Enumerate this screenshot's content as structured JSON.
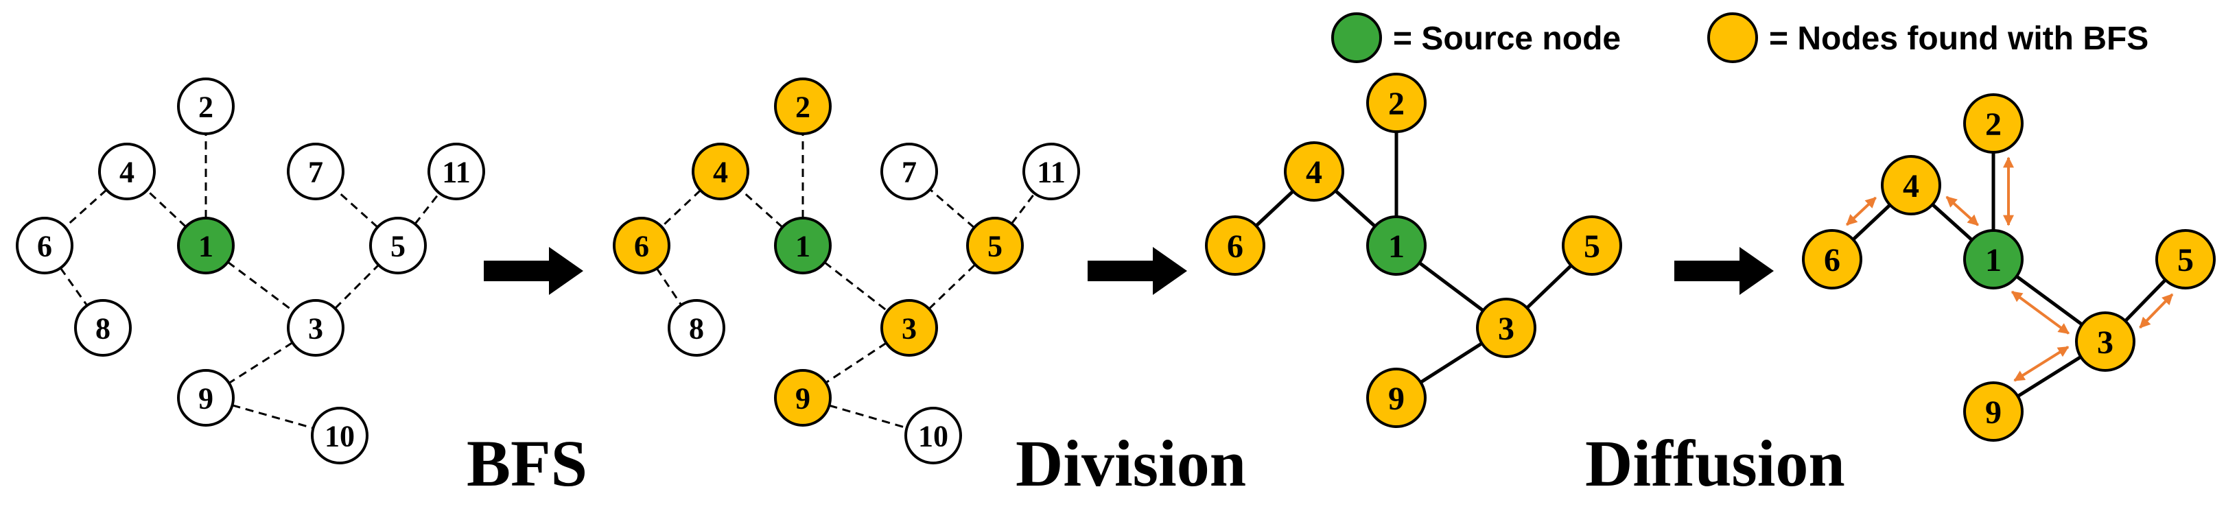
{
  "colors": {
    "source": "#3aa63a",
    "found": "#ffc000",
    "unvisited": "#ffffff",
    "stroke": "#000000",
    "diffusion_arrow": "#ed7d31"
  },
  "legend": {
    "source_label": "= Source node",
    "found_label": "= Nodes found with BFS"
  },
  "steps": {
    "bfs": "BFS",
    "division": "Division",
    "diffusion": "Diffusion"
  },
  "panels": [
    {
      "id": "initial",
      "nodes": [
        {
          "label": "2",
          "state": "unvisited"
        },
        {
          "label": "4",
          "state": "unvisited"
        },
        {
          "label": "7",
          "state": "unvisited"
        },
        {
          "label": "11",
          "state": "unvisited"
        },
        {
          "label": "6",
          "state": "unvisited"
        },
        {
          "label": "1",
          "state": "source"
        },
        {
          "label": "5",
          "state": "unvisited"
        },
        {
          "label": "8",
          "state": "unvisited"
        },
        {
          "label": "3",
          "state": "unvisited"
        },
        {
          "label": "9",
          "state": "unvisited"
        },
        {
          "label": "10",
          "state": "unvisited"
        }
      ],
      "edges": [
        {
          "from": "1",
          "to": "2",
          "style": "dashed"
        },
        {
          "from": "1",
          "to": "4",
          "style": "dashed"
        },
        {
          "from": "4",
          "to": "6",
          "style": "dashed"
        },
        {
          "from": "6",
          "to": "8",
          "style": "dashed"
        },
        {
          "from": "1",
          "to": "3",
          "style": "dashed"
        },
        {
          "from": "3",
          "to": "5",
          "style": "dashed"
        },
        {
          "from": "5",
          "to": "7",
          "style": "dashed"
        },
        {
          "from": "5",
          "to": "11",
          "style": "dashed"
        },
        {
          "from": "3",
          "to": "9",
          "style": "dashed"
        },
        {
          "from": "9",
          "to": "10",
          "style": "dashed"
        }
      ]
    },
    {
      "id": "after-bfs",
      "nodes": [
        {
          "label": "2",
          "state": "found"
        },
        {
          "label": "4",
          "state": "found"
        },
        {
          "label": "7",
          "state": "unvisited"
        },
        {
          "label": "11",
          "state": "unvisited"
        },
        {
          "label": "6",
          "state": "found"
        },
        {
          "label": "1",
          "state": "source"
        },
        {
          "label": "5",
          "state": "found"
        },
        {
          "label": "8",
          "state": "unvisited"
        },
        {
          "label": "3",
          "state": "found"
        },
        {
          "label": "9",
          "state": "found"
        },
        {
          "label": "10",
          "state": "unvisited"
        }
      ],
      "edges": [
        {
          "from": "1",
          "to": "2",
          "style": "dashed"
        },
        {
          "from": "1",
          "to": "4",
          "style": "dashed"
        },
        {
          "from": "4",
          "to": "6",
          "style": "dashed"
        },
        {
          "from": "6",
          "to": "8",
          "style": "dashed"
        },
        {
          "from": "1",
          "to": "3",
          "style": "dashed"
        },
        {
          "from": "3",
          "to": "5",
          "style": "dashed"
        },
        {
          "from": "5",
          "to": "7",
          "style": "dashed"
        },
        {
          "from": "5",
          "to": "11",
          "style": "dashed"
        },
        {
          "from": "3",
          "to": "9",
          "style": "dashed"
        },
        {
          "from": "9",
          "to": "10",
          "style": "dashed"
        }
      ]
    },
    {
      "id": "after-division",
      "nodes": [
        {
          "label": "2",
          "state": "found"
        },
        {
          "label": "4",
          "state": "found"
        },
        {
          "label": "6",
          "state": "found"
        },
        {
          "label": "1",
          "state": "source"
        },
        {
          "label": "5",
          "state": "found"
        },
        {
          "label": "3",
          "state": "found"
        },
        {
          "label": "9",
          "state": "found"
        }
      ],
      "edges": [
        {
          "from": "1",
          "to": "2",
          "style": "solid"
        },
        {
          "from": "1",
          "to": "4",
          "style": "solid"
        },
        {
          "from": "4",
          "to": "6",
          "style": "solid"
        },
        {
          "from": "1",
          "to": "3",
          "style": "solid"
        },
        {
          "from": "3",
          "to": "5",
          "style": "solid"
        },
        {
          "from": "3",
          "to": "9",
          "style": "solid"
        }
      ]
    },
    {
      "id": "after-diffusion",
      "nodes": [
        {
          "label": "2",
          "state": "found"
        },
        {
          "label": "4",
          "state": "found"
        },
        {
          "label": "6",
          "state": "found"
        },
        {
          "label": "1",
          "state": "source"
        },
        {
          "label": "5",
          "state": "found"
        },
        {
          "label": "3",
          "state": "found"
        },
        {
          "label": "9",
          "state": "found"
        }
      ],
      "edges": [
        {
          "from": "1",
          "to": "2",
          "style": "solid"
        },
        {
          "from": "1",
          "to": "4",
          "style": "solid"
        },
        {
          "from": "4",
          "to": "6",
          "style": "solid"
        },
        {
          "from": "1",
          "to": "3",
          "style": "solid"
        },
        {
          "from": "3",
          "to": "5",
          "style": "solid"
        },
        {
          "from": "3",
          "to": "9",
          "style": "solid"
        }
      ],
      "diffusion_edges": [
        {
          "from": "1",
          "to": "2"
        },
        {
          "from": "1",
          "to": "4"
        },
        {
          "from": "4",
          "to": "6"
        },
        {
          "from": "1",
          "to": "3"
        },
        {
          "from": "3",
          "to": "5"
        },
        {
          "from": "3",
          "to": "9"
        }
      ]
    }
  ]
}
